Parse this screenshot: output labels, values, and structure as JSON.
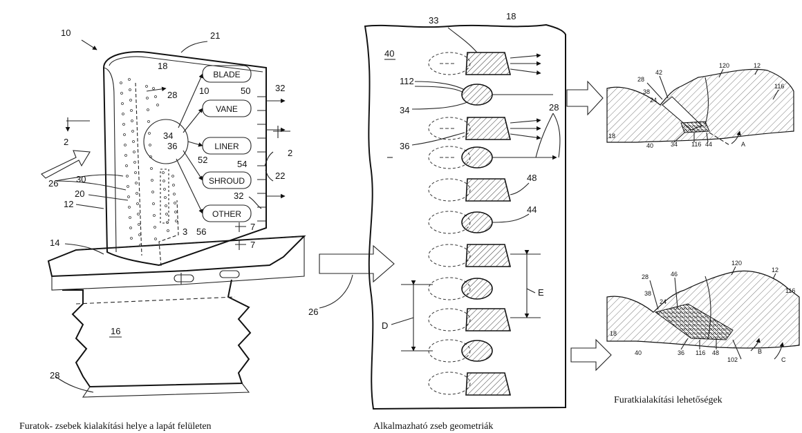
{
  "captions": {
    "left": "Furatok- zsebek kialakítási  helye  a lapát felületen",
    "middle": "Alkalmazható  zseb geometriák",
    "right": "Furatkialakítási  lehetőségek"
  },
  "left_figure": {
    "pills": [
      "BLADE",
      "VANE",
      "LINER",
      "SHROUD",
      "OTHER"
    ],
    "refs": {
      "r10": "10",
      "r21": "21",
      "r18": "18",
      "r32a": "32",
      "r2a": "2",
      "r2b": "2",
      "r28a": "28",
      "r10b": "10",
      "r50": "50",
      "r34": "34",
      "r36": "36",
      "r52": "52",
      "r54": "54",
      "r22": "22",
      "r32b": "32",
      "r56": "56",
      "r3": "3",
      "r7a": "7",
      "r7b": "7",
      "r26": "26",
      "r30": "30",
      "r20": "20",
      "r12": "12",
      "r14": "14",
      "r16": "16",
      "r28b": "28"
    }
  },
  "middle_figure": {
    "refs": {
      "r33": "33",
      "r18": "18",
      "r40": "40",
      "r112": "112",
      "r34": "34",
      "r28": "28",
      "r36": "36",
      "r48": "48",
      "r44": "44",
      "r26": "26",
      "rE": "E",
      "rD": "D"
    }
  },
  "right_top": {
    "refs": {
      "r28": "28",
      "r42": "42",
      "r120": "120",
      "r12": "12",
      "r38": "38",
      "r24": "24",
      "r116a": "116",
      "r18": "18",
      "r40": "40",
      "r34": "34",
      "r116b": "116",
      "r44": "44",
      "rA": "A"
    }
  },
  "right_bottom": {
    "refs": {
      "r120": "120",
      "r12": "12",
      "r28": "28",
      "r46": "46",
      "r38": "38",
      "r24": "24",
      "r116a": "116",
      "r18": "18",
      "r40": "40",
      "r36": "36",
      "r116b": "116",
      "r48": "48",
      "r102": "102",
      "rB": "B",
      "rC": "C"
    }
  }
}
